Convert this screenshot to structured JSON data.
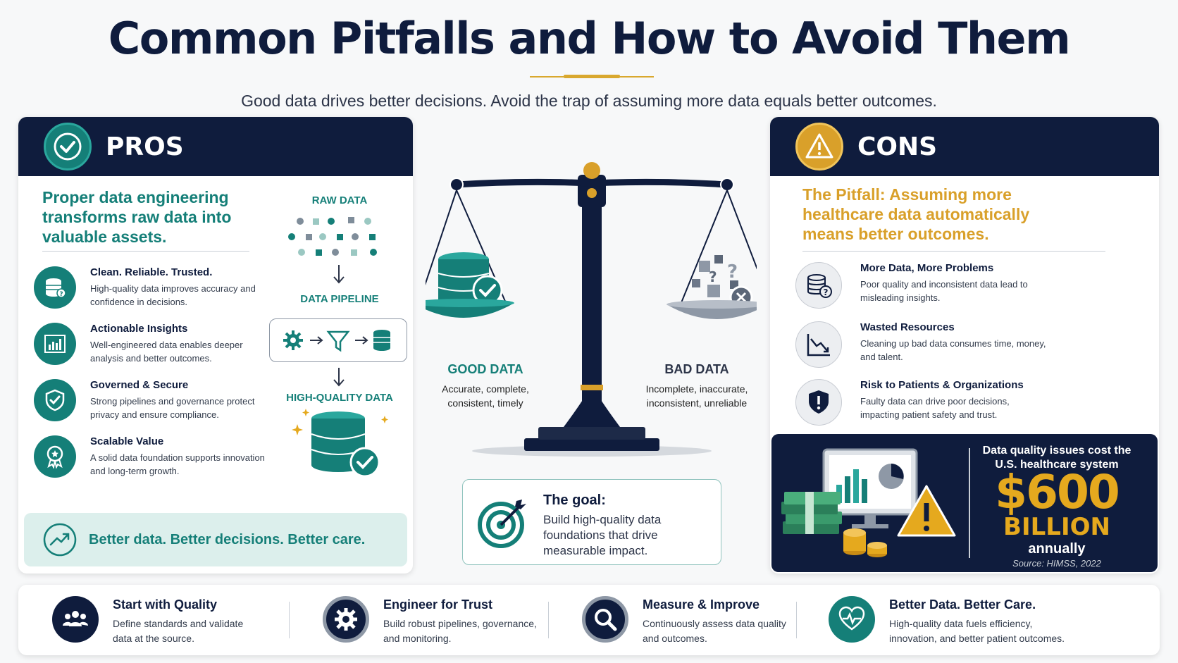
{
  "header": {
    "title": "Common Pitfalls and How to Avoid Them",
    "subtitle": "Good data drives better decisions. Avoid the trap of assuming more data equals better outcomes."
  },
  "pros": {
    "title": "PROS",
    "lead": "Proper data engineering transforms raw data into valuable assets.",
    "items": [
      {
        "title": "Clean. Reliable. Trusted.",
        "desc": "High-quality data improves accuracy and confidence in decisions.",
        "icon": "database-check-icon"
      },
      {
        "title": "Actionable Insights",
        "desc": "Well-engineered data enables deeper analysis and better outcomes.",
        "icon": "bar-chart-icon"
      },
      {
        "title": "Governed & Secure",
        "desc": "Strong pipelines and governance protect privacy and ensure compliance.",
        "icon": "shield-check-icon"
      },
      {
        "title": "Scalable Value",
        "desc": "A solid data foundation supports innovation and long-term growth.",
        "icon": "award-icon"
      }
    ],
    "pipeline": {
      "raw_label": "RAW DATA",
      "pipeline_label": "DATA PIPELINE",
      "quality_label": "HIGH-QUALITY DATA"
    },
    "footer": "Better data. Better decisions. Better care."
  },
  "scale": {
    "good_label": "GOOD DATA",
    "good_desc": "Accurate, complete, consistent, timely",
    "bad_label": "BAD DATA",
    "bad_desc": "Incomplete, inaccurate, inconsistent, unreliable"
  },
  "goal": {
    "title": "The goal:",
    "desc": "Build high-quality data foundations that drive measurable impact."
  },
  "cons": {
    "title": "CONS",
    "lead": "The Pitfall: Assuming more healthcare data automatically means better outcomes.",
    "items": [
      {
        "title": "More Data, More Problems",
        "desc": "Poor quality and inconsistent data lead to misleading insights.",
        "icon": "database-question-icon"
      },
      {
        "title": "Wasted Resources",
        "desc": "Cleaning up bad data consumes time, money, and talent.",
        "icon": "declining-chart-icon"
      },
      {
        "title": "Risk to Patients & Organizations",
        "desc": "Faulty data can drive poor decisions, impacting patient safety and trust.",
        "icon": "shield-alert-icon"
      }
    ],
    "cost": {
      "line1": "Data quality issues cost the U.S. healthcare system",
      "amount": "$600",
      "unit": "BILLION",
      "period": "annually",
      "source": "Source: HIMSS, 2022"
    }
  },
  "bottom": [
    {
      "title": "Start with Quality",
      "desc": "Define standards and validate data at the source.",
      "icon": "team-icon"
    },
    {
      "title": "Engineer for Trust",
      "desc": "Build robust pipelines, governance, and monitoring.",
      "icon": "gear-icon"
    },
    {
      "title": "Measure & Improve",
      "desc": "Continuously assess data quality and outcomes.",
      "icon": "magnifier-icon"
    },
    {
      "title": "Better Data. Better Care.",
      "desc": "High-quality data fuels efficiency, innovation, and better patient outcomes.",
      "icon": "heart-pulse-icon"
    }
  ],
  "colors": {
    "navy": "#0f1c3d",
    "teal": "#157f78",
    "gold": "#d9a02a"
  }
}
